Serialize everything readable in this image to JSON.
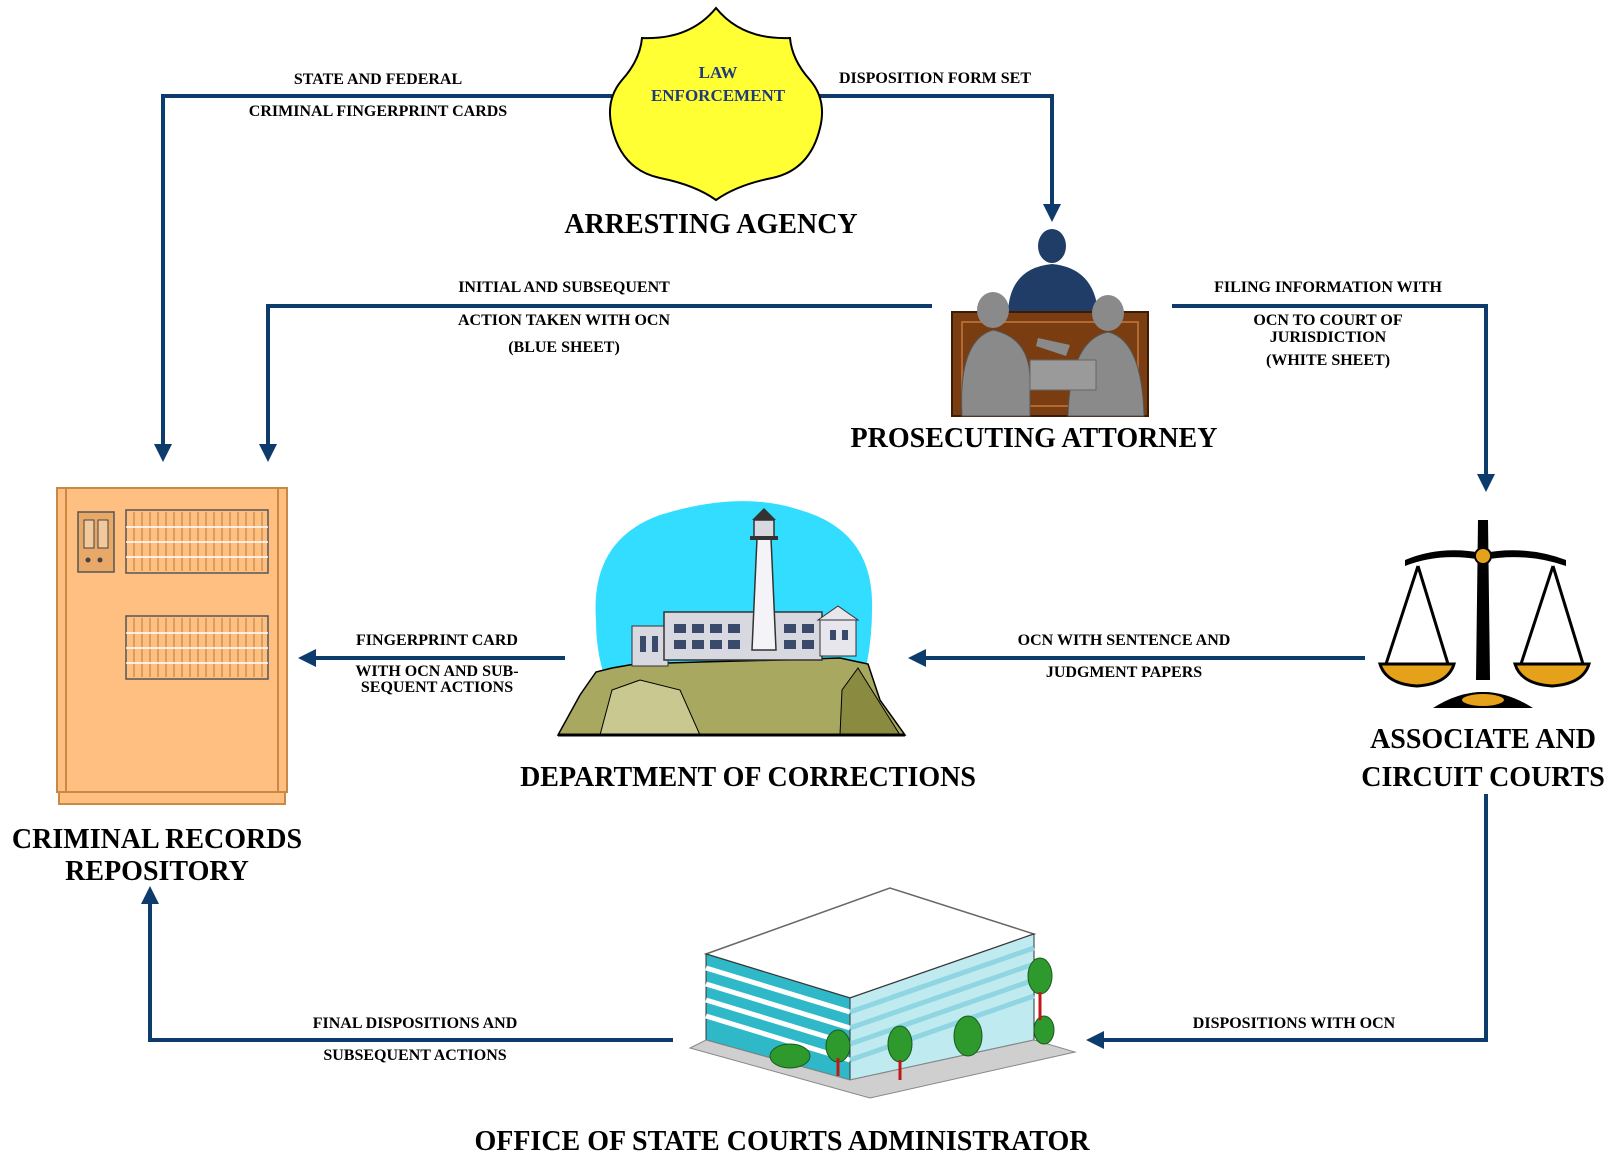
{
  "nodes": {
    "arresting_agency": {
      "title": "ARRESTING AGENCY",
      "badge": [
        "LAW",
        "ENFORCEMENT"
      ]
    },
    "prosecuting_attorney": {
      "title": "PROSECUTING ATTORNEY"
    },
    "criminal_records": {
      "title": [
        "CRIMINAL RECORDS",
        "REPOSITORY"
      ]
    },
    "corrections": {
      "title": "DEPARTMENT OF CORRECTIONS"
    },
    "courts": {
      "title": [
        "ASSOCIATE AND",
        "CIRCUIT COURTS"
      ]
    },
    "osca": {
      "title": "OFFICE OF STATE COURTS ADMINISTRATOR"
    }
  },
  "edges": {
    "agency_to_repository": [
      "STATE AND FEDERAL",
      "CRIMINAL FINGERPRINT CARDS"
    ],
    "agency_to_attorney": [
      "DISPOSITION FORM SET"
    ],
    "attorney_to_repository": [
      "INITIAL AND SUBSEQUENT",
      "ACTION TAKEN WITH OCN",
      "(BLUE SHEET)"
    ],
    "attorney_to_courts": [
      "FILING INFORMATION WITH",
      "OCN TO COURT OF",
      "JURISDICTION",
      "(WHITE SHEET)"
    ],
    "courts_to_corrections": [
      "OCN WITH SENTENCE AND",
      "JUDGMENT PAPERS"
    ],
    "corrections_to_repository": [
      "FINGERPRINT CARD",
      "WITH OCN AND SUB-",
      "SEQUENT ACTIONS"
    ],
    "courts_to_osca": [
      "DISPOSITIONS WITH OCN"
    ],
    "osca_to_repository": [
      "FINAL DISPOSITIONS AND",
      "SUBSEQUENT ACTIONS"
    ]
  },
  "colors": {
    "arrow": "#0d3b6b",
    "badge_fill": "#ffff33",
    "cabinet_fill": "#ffbf80",
    "sky": "#33ddff",
    "desk": "#7a3d12",
    "building": "#2fb8c8"
  }
}
